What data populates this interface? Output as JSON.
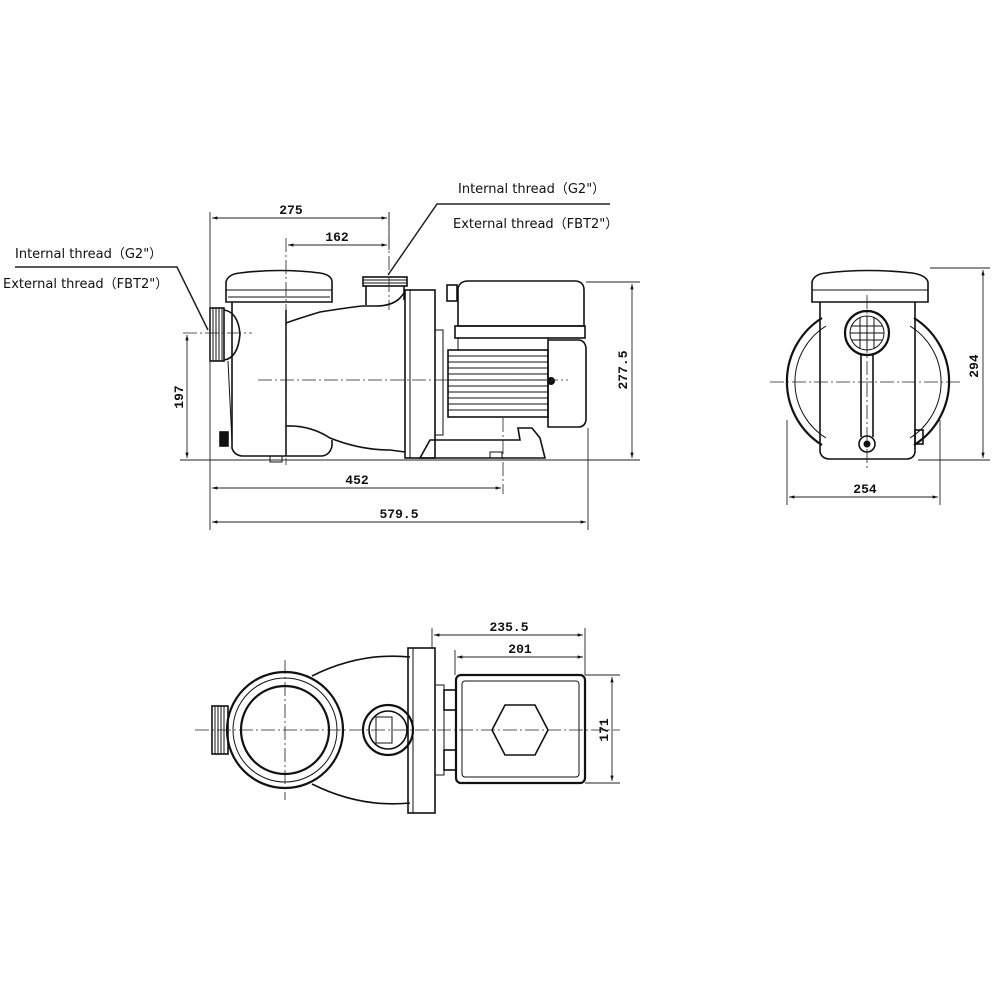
{
  "annotations": {
    "left_inlet": {
      "internal": "Internal thread（G2\"）",
      "external": "External thread（FBT2\"）"
    },
    "top_outlet": {
      "internal": "Internal thread（G2\"）",
      "external": "External thread（FBT2\"）"
    }
  },
  "dimensions": {
    "side_view": {
      "d275": "275",
      "d162": "162",
      "d197": "197",
      "d277_5": "277.5",
      "d452": "452",
      "d579_5": "579.5"
    },
    "end_view": {
      "d294": "294",
      "d254": "254"
    },
    "top_view": {
      "d235_5": "235.5",
      "d201": "201",
      "d171": "171"
    }
  }
}
